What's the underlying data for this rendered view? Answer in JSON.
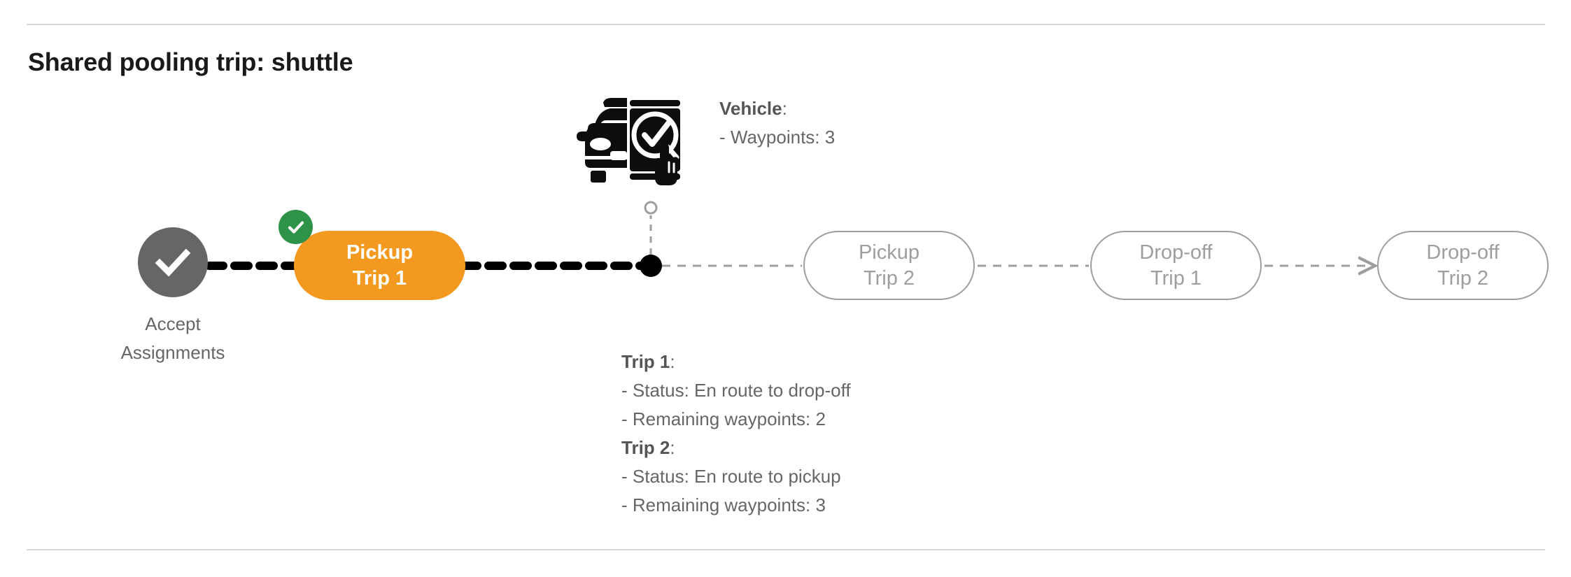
{
  "page": {
    "title": "Shared pooling trip: shuttle",
    "background": "#ffffff"
  },
  "colors": {
    "active_node": "#F4991F",
    "completed_node": "#666666",
    "completed_badge": "#2E9249",
    "upcoming_node_border": "#9e9e9e",
    "upcoming_node_text": "#9e9e9e",
    "completed_path": "#000000",
    "upcoming_path": "#9e9e9e",
    "body_text": "#666666",
    "divider": "#d9d9d9"
  },
  "timeline": {
    "nodes": [
      {
        "id": "accept-assignments",
        "shape": "circle",
        "state": "completed",
        "icon": "check-icon",
        "label_below_line1": "Accept",
        "label_below_line2": "Assignments"
      },
      {
        "id": "pickup-trip-1",
        "shape": "pill",
        "state": "active",
        "line1": "Pickup",
        "line2": "Trip 1",
        "badge": "check-badge-icon"
      },
      {
        "id": "pickup-trip-2",
        "shape": "pill",
        "state": "upcoming",
        "line1": "Pickup",
        "line2": "Trip 2"
      },
      {
        "id": "dropoff-trip-1",
        "shape": "pill",
        "state": "upcoming",
        "line1": "Drop-off",
        "line2": "Trip 1"
      },
      {
        "id": "dropoff-trip-2",
        "shape": "pill",
        "state": "upcoming",
        "line1": "Drop-off",
        "line2": "Trip 2"
      }
    ],
    "vehicle_marker": {
      "icon": "car-phone-check-icon",
      "connector": "dashed-vertical-line",
      "anchor": "hollow-circle"
    }
  },
  "vehicle_info": {
    "heading": "Vehicle",
    "heading_suffix": ":",
    "waypoints_line": "- Waypoints: 3",
    "waypoints_value": 3
  },
  "trip_details": {
    "trip1": {
      "heading": "Trip 1",
      "heading_suffix": ":",
      "status_line": "- Status:  En route to drop-off",
      "status_value": "En route to drop-off",
      "waypoints_line": "- Remaining waypoints: 2",
      "waypoints_value": 2
    },
    "trip2": {
      "heading": "Trip 2",
      "heading_suffix": ":",
      "status_line": "- Status:  En route to pickup",
      "status_value": "En route to pickup",
      "waypoints_line": "- Remaining waypoints: 3",
      "waypoints_value": 3
    }
  }
}
